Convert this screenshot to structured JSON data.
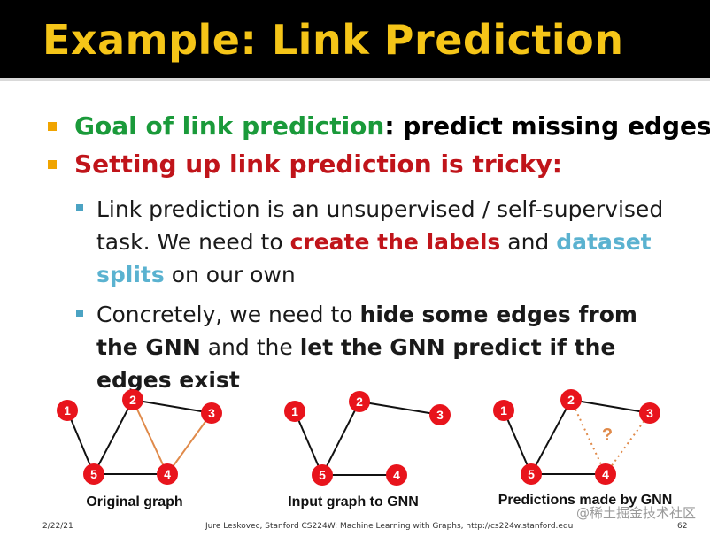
{
  "slide": {
    "title": "Example: Link Prediction",
    "bullets": {
      "goal_label": "Goal of link prediction",
      "goal_rest": ": predict missing edges",
      "setup": "Setting up link prediction is tricky:",
      "sub1_a": "Link prediction is an unsupervised / self-supervised task. We need to ",
      "sub1_b": "create the labels",
      "sub1_c": " and ",
      "sub1_d": "dataset splits",
      "sub1_e": " on our own",
      "sub2_a": "Concretely, we need to ",
      "sub2_b": "hide some edges from the GNN",
      "sub2_c": " and the ",
      "sub2_d": "let the GNN predict if the edges exist"
    }
  },
  "graphs": [
    {
      "caption": "Original graph",
      "node_labels": [
        "1",
        "2",
        "3",
        "4",
        "5"
      ],
      "question": ""
    },
    {
      "caption": "Input graph to GNN",
      "node_labels": [
        "1",
        "2",
        "3",
        "4",
        "5"
      ],
      "question": ""
    },
    {
      "caption": "Predictions made by GNN",
      "node_labels": [
        "1",
        "2",
        "3",
        "4",
        "5"
      ],
      "question": "?"
    }
  ],
  "footer": {
    "date": "2/22/21",
    "credit": "Jure Leskovec, Stanford CS224W: Machine Learning with Graphs, http://cs224w.stanford.edu",
    "page": "62"
  },
  "watermark": "@稀土掘金技术社区",
  "colors": {
    "title": "#f5c518",
    "green": "#1a9a3a",
    "red": "#c0141a",
    "blue": "#5ab2d0",
    "node": "#e8141c",
    "highlight_edge": "#e08a4a"
  }
}
